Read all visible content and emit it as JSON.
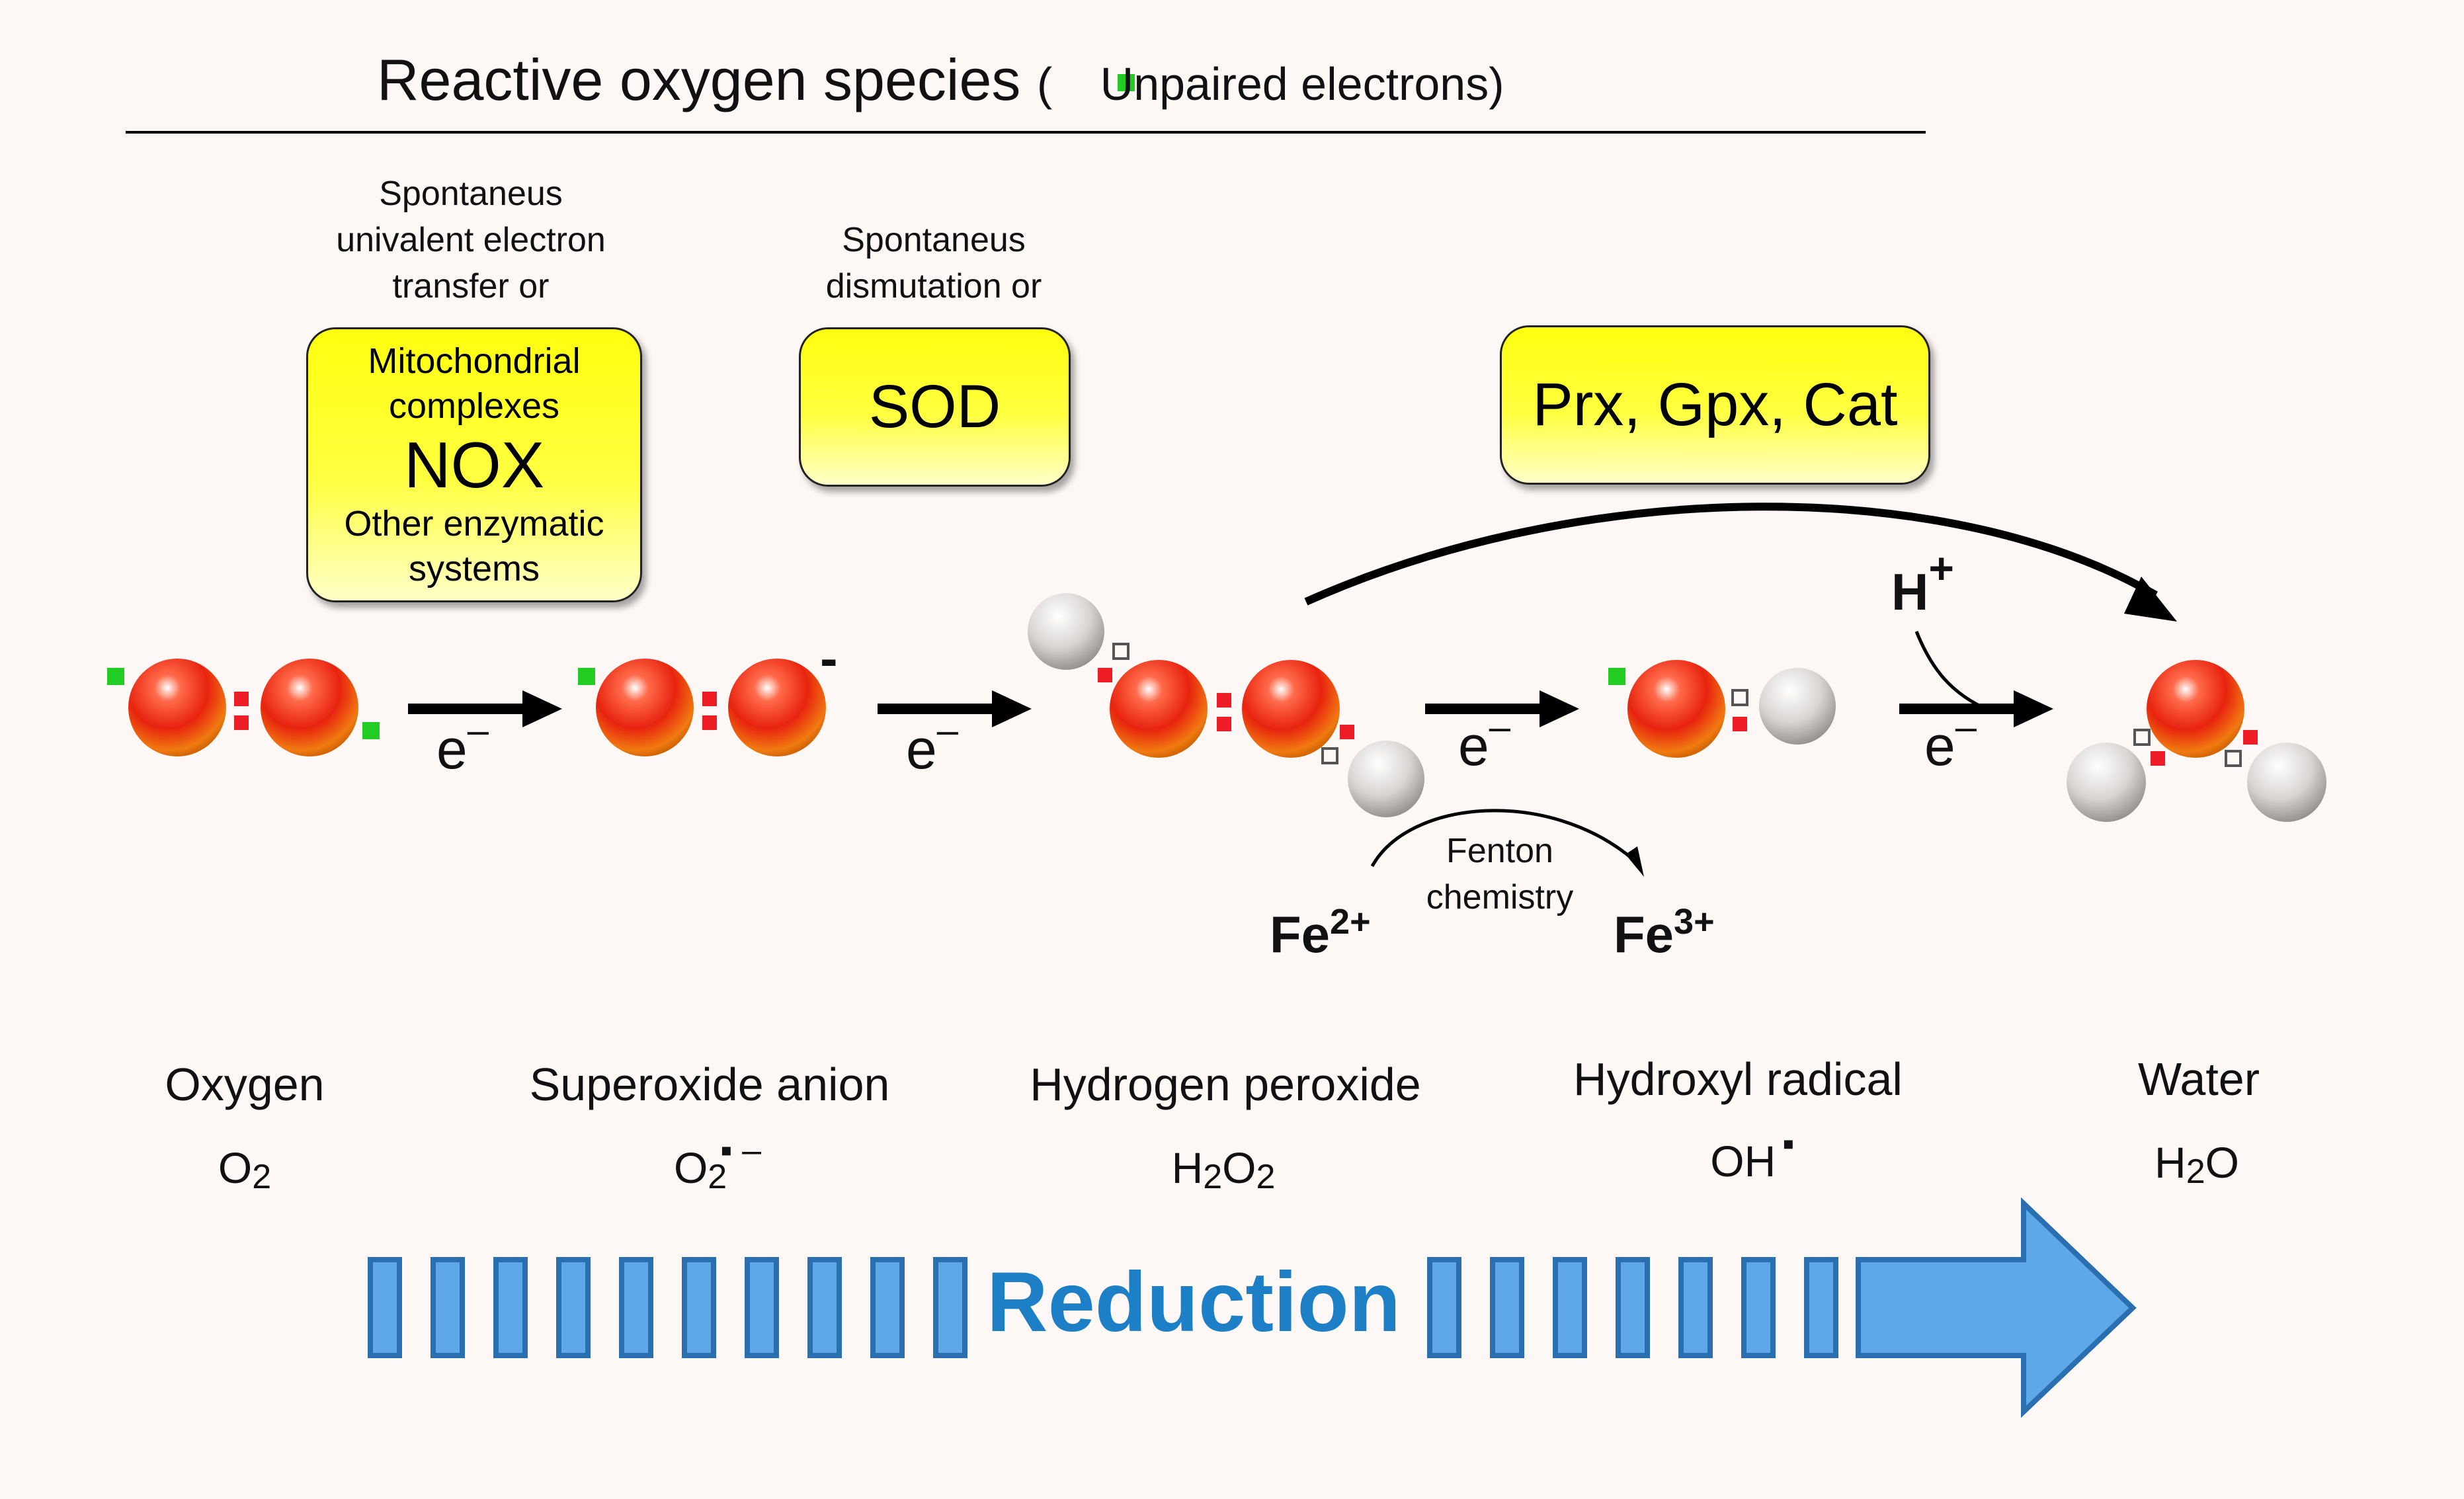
{
  "title": {
    "main": "Reactive oxygen species",
    "legend_open": "(",
    "legend_text": "Unpaired electrons)"
  },
  "notes": {
    "step1": [
      "Spontaneus",
      "univalent electron",
      "transfer or"
    ],
    "step2": [
      "Spontaneus",
      "dismutation or"
    ]
  },
  "boxes": {
    "nox": {
      "line1": "Mitochondrial",
      "line2": "complexes",
      "main": "NOX",
      "line3": "Other enzymatic",
      "line4": "systems"
    },
    "sod": {
      "main": "SOD"
    },
    "prx": {
      "main": "Prx, Gpx, Cat"
    }
  },
  "electron_label": "e",
  "electron_sup": "–",
  "superoxide_charge": "-",
  "hydrogen_ion": {
    "base": "H",
    "sup": "+"
  },
  "fenton": {
    "label_line1": "Fenton",
    "label_line2": "chemistry",
    "fe2_base": "Fe",
    "fe2_sup": "2+",
    "fe3_base": "Fe",
    "fe3_sup": "3+"
  },
  "species": [
    {
      "name": "Oxygen",
      "formula_parts": [
        "O",
        "2",
        ""
      ]
    },
    {
      "name": "Superoxide anion",
      "formula_parts": [
        "O",
        "2",
        "▪ –"
      ]
    },
    {
      "name": "Hydrogen peroxide",
      "formula_parts": [
        "H",
        "2",
        "O",
        "2"
      ]
    },
    {
      "name": "Hydroxyl radical",
      "formula_parts": [
        "OH",
        "▪"
      ]
    },
    {
      "name": "Water",
      "formula_parts": [
        "H",
        "2",
        "O"
      ]
    }
  ],
  "reduction_label": "Reduction",
  "colors": {
    "oxygen_atom": "#e8230f",
    "hydrogen_atom": "#d8d4d2",
    "unpaired_electron": "#22cc22",
    "paired_electron": "#ee1c24",
    "box_fill": "#ffff20",
    "reduction_blue": "#1d7fc6",
    "reduction_fill": "#5ea8ea"
  }
}
